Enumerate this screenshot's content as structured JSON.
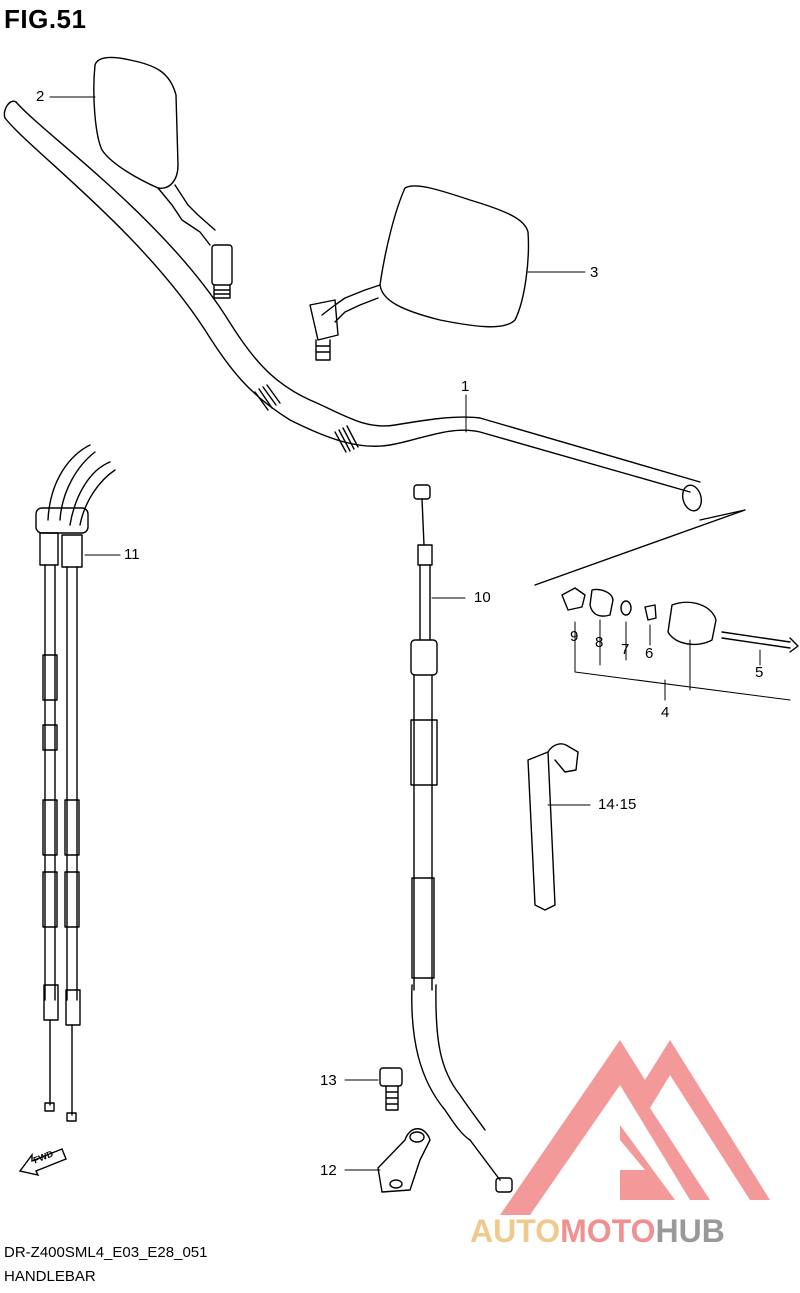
{
  "figure": {
    "title": "FIG.51"
  },
  "callouts": {
    "c1": "1",
    "c2": "2",
    "c3": "3",
    "c4": "4",
    "c5": "5",
    "c6": "6",
    "c7": "7",
    "c8": "8",
    "c9": "9",
    "c10": "10",
    "c11": "11",
    "c12": "12",
    "c13": "13",
    "c14": "14·15"
  },
  "footer": {
    "model_code": "DR-Z400SML4_E03_E28_051",
    "section": "HANDLEBAR"
  },
  "watermark": {
    "auto": "AUTO",
    "moto": "MOTO",
    "hub": "HUB",
    "colors": {
      "auto": "#f2c98c",
      "moto": "#f09090",
      "hub": "#999999",
      "triangle": "#f08080"
    }
  },
  "fwd_mark": {
    "label": "FWD"
  }
}
